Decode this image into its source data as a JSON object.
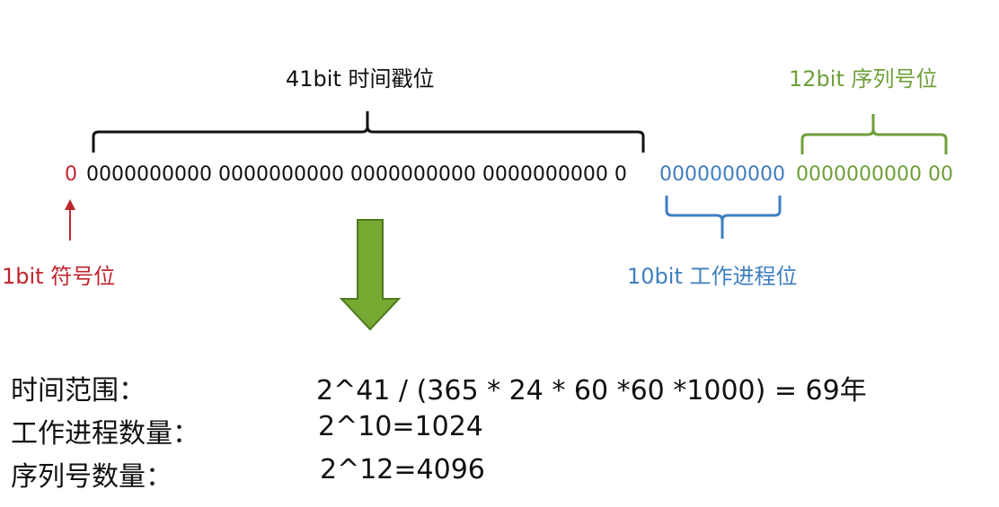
{
  "labels": {
    "timestamp": "41bit 时间戳位",
    "sequence": "12bit 序列号位",
    "sign": "1bit 符号位",
    "worker": "10bit 工作进程位"
  },
  "bits": {
    "sign": "0",
    "timestamp": "0000000000 0000000000 0000000000 0000000000 0",
    "worker": "0000000000",
    "sequence": "0000000000 00"
  },
  "formulas": [
    {
      "key": "时间范围：",
      "value": "2^41 / (365 * 24 * 60 *60 *1000) = 69年"
    },
    {
      "key": "工作进程数量：",
      "value": "2^10=1024"
    },
    {
      "key": "序列号数量：",
      "value": "2^12=4096"
    }
  ],
  "colors": {
    "sign": "#c0242d",
    "timestamp": "#111111",
    "worker": "#3f7fc0",
    "sequence": "#6f9f3a",
    "arrow_fill": "#76a832",
    "arrow_stroke": "#4f7a1e"
  },
  "icons": {
    "down_arrow": "big-down-arrow-icon",
    "up_arrow": "small-up-arrow-icon"
  }
}
